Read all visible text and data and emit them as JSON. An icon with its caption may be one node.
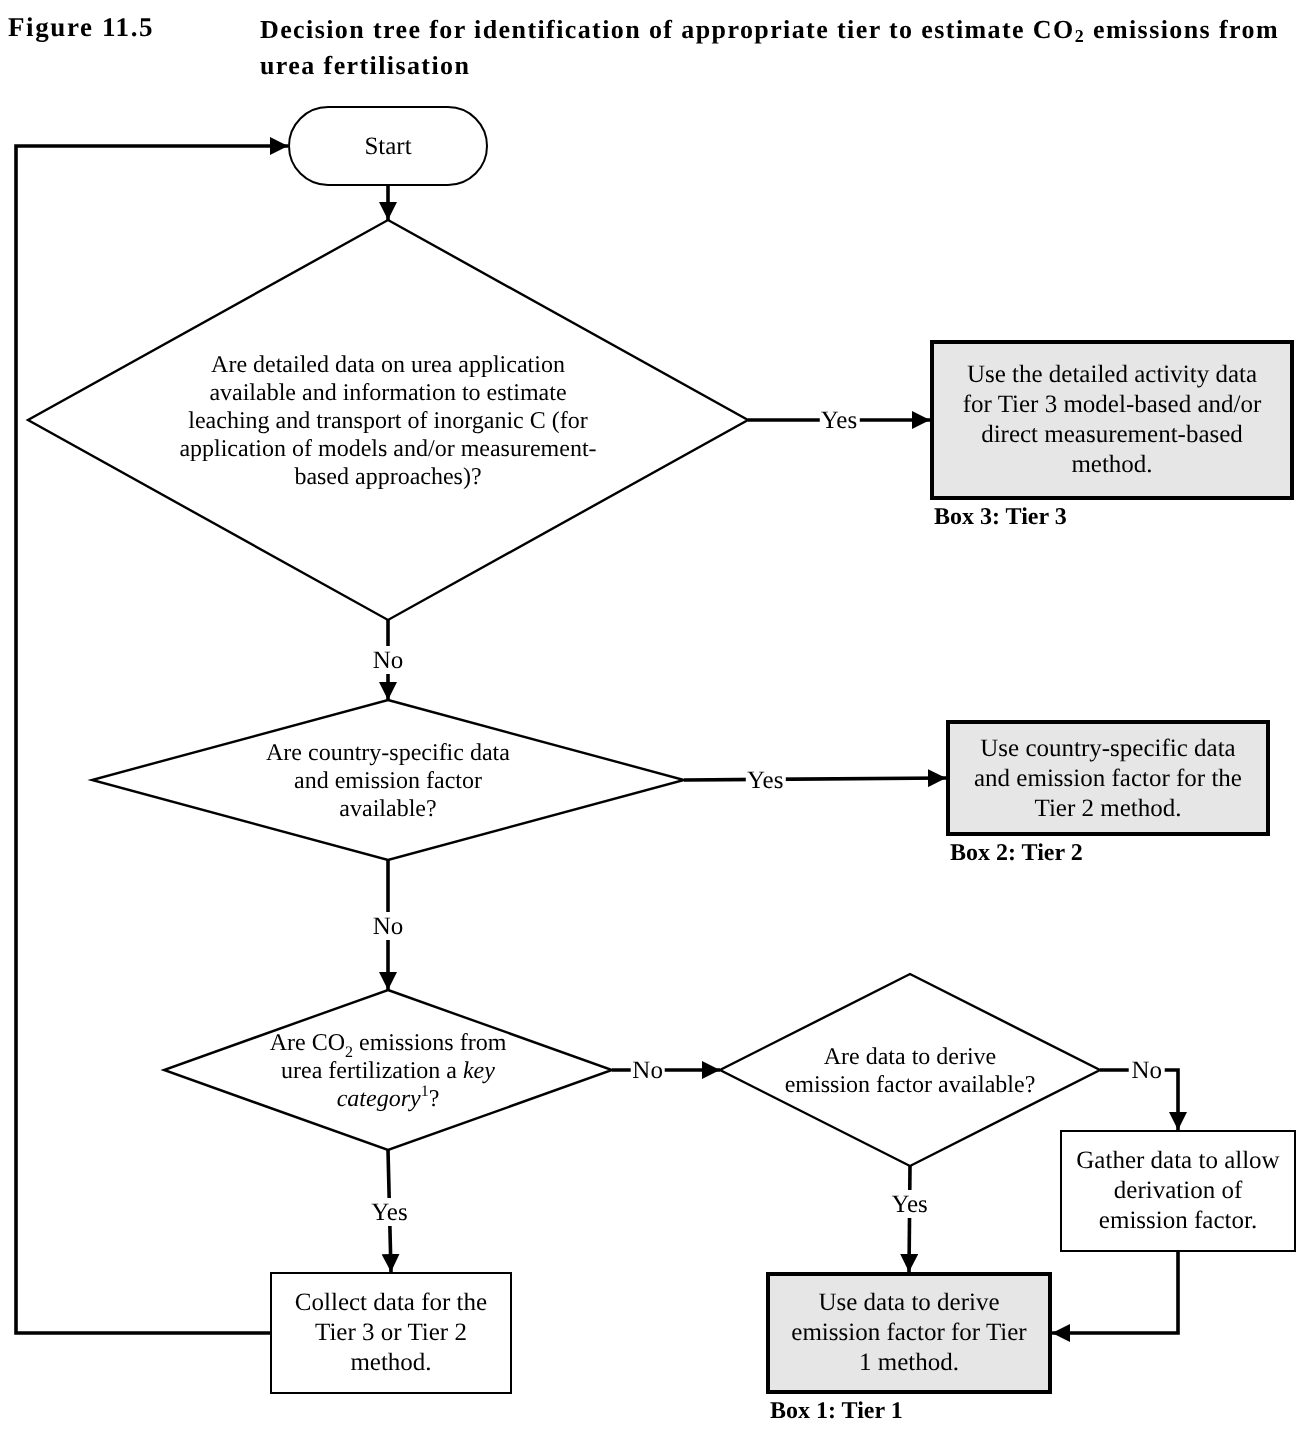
{
  "diagram": {
    "title": "Decision tree for identification of appropriate tier to estimate CO$_{2}$ emissions from urea fertilisation",
    "nodes": [
      {
        "text": [
          "Start"
        ]
      },
      {
        "text": [
          "Are detailed data on urea application available and information to estimate leaching and transport of inorganic C (for application of models and/or measurement-based approaches)?"
        ]
      },
      {
        "text": [
          "Use the detailed activity data for Tier 3 model-based and/or direct measurement-based method."
        ],
        "beside": [
          "Box 3: Tier 3"
        ]
      },
      {
        "text": [
          "Are country-specific data and emission factor available?"
        ]
      },
      {
        "text": [
          "Use country-specific data and emission factor for the Tier 2 method."
        ],
        "beside": [
          "Box 2: Tier 2"
        ]
      },
      {
        "text": [
          "Are CO$_{2}$ emissions from urea fertilization a *key category*$^{1}$?"
        ]
      },
      {
        "text": [
          "Are data to derive emission factor available?"
        ]
      },
      {
        "text": [
          "Gather data to allow derivation of emission factor."
        ]
      },
      {
        "text": [
          "Collect data for the Tier 3 or Tier 2 method."
        ]
      },
      {
        "text": [
          "Use data to derive emission factor for Tier 1 method."
        ],
        "beside": [
          "Box 1: Tier 1"
        ]
      }
    ],
    "edges": [
      {
        "from": 0,
        "to": 1,
        "arrow": "to"
      },
      {
        "from": 1,
        "to": 2,
        "arrow": "to",
        "label": "Yes"
      },
      {
        "from": 1,
        "to": 3,
        "arrow": "to",
        "label": "No"
      },
      {
        "from": 3,
        "to": 4,
        "arrow": "to",
        "label": "Yes"
      },
      {
        "from": 3,
        "to": 5,
        "arrow": "to",
        "label": "No"
      },
      {
        "from": 5,
        "to": 6,
        "arrow": "to",
        "label": "No"
      },
      {
        "from": 5,
        "to": 8,
        "arrow": "to",
        "label": "Yes"
      },
      {
        "from": 6,
        "to": 7,
        "arrow": "to",
        "label": "No"
      },
      {
        "from": 6,
        "to": 9,
        "arrow": "to",
        "label": "Yes"
      },
      {
        "from": 7,
        "to": 9,
        "arrow": "to"
      },
      {
        "from": 8,
        "to": 0,
        "arrow": "to"
      }
    ],
    "labels": [
      "Figure 11.5"
    ]
  }
}
